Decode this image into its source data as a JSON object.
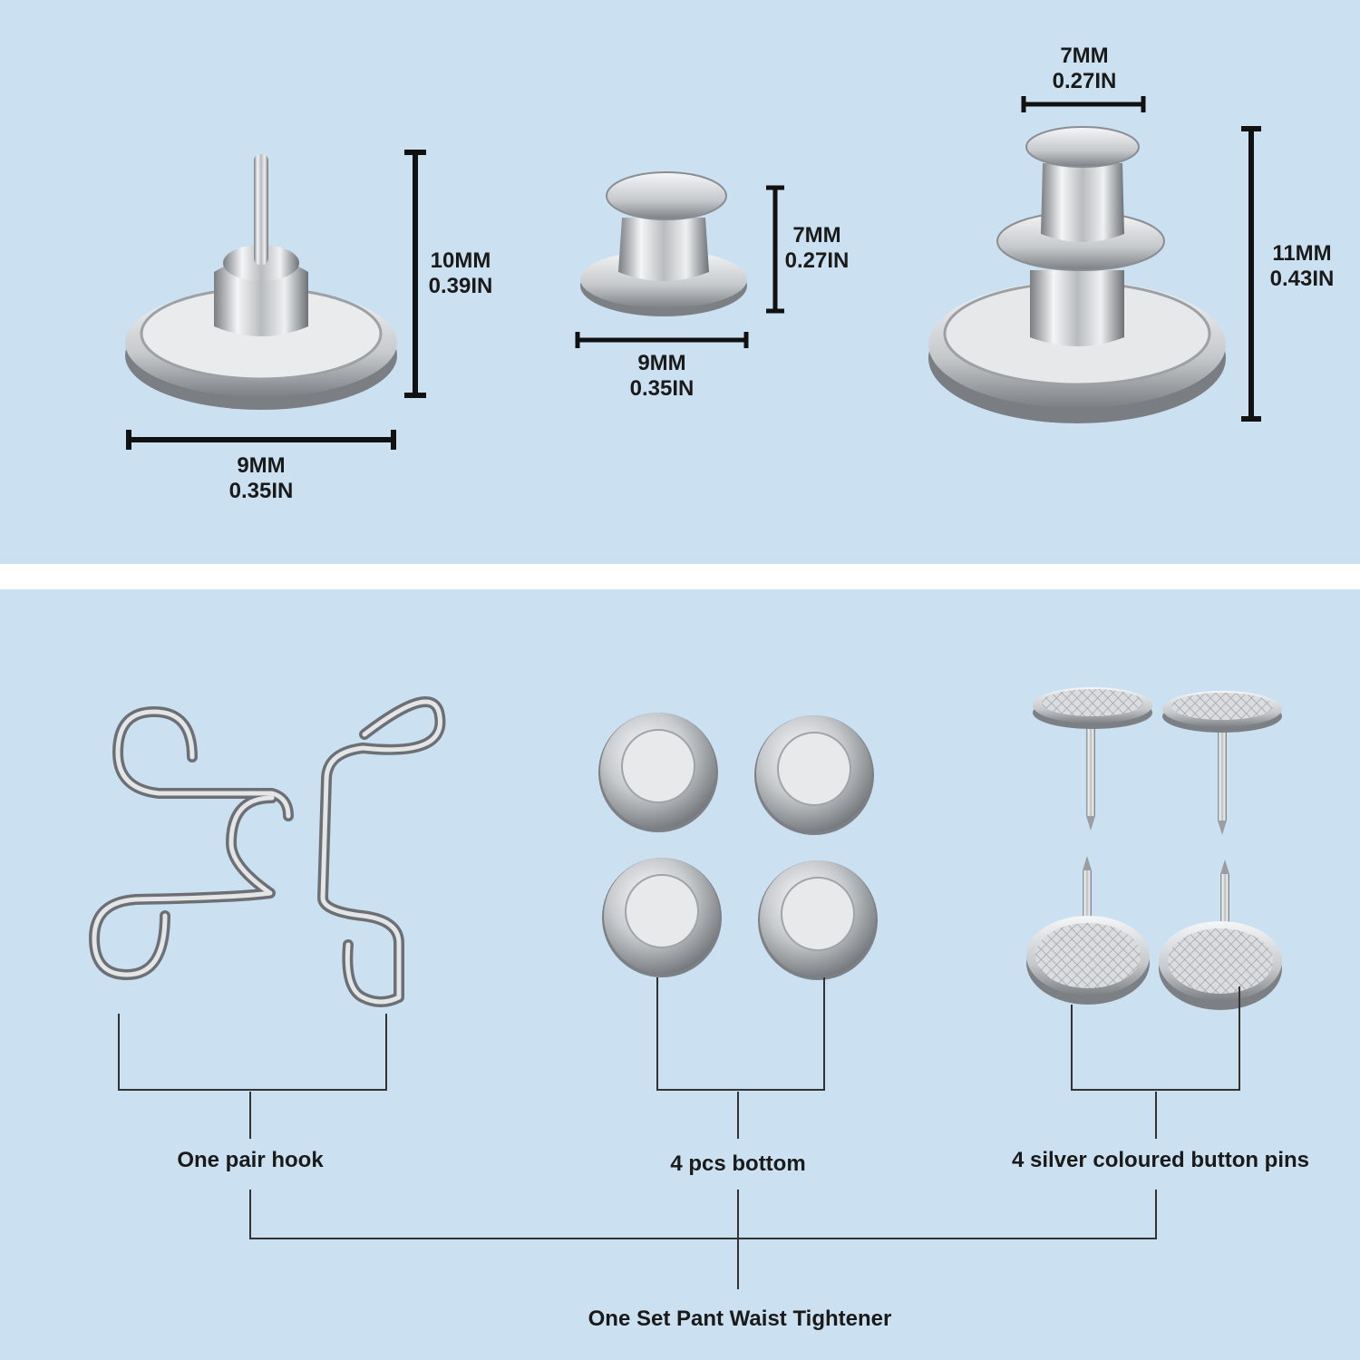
{
  "colors": {
    "panel_background": "#cbe1f2",
    "separator": "#ffffff",
    "dimension_line": "#111111",
    "bracket_line": "#333333",
    "metal_light": "#f4f5f6",
    "metal_mid": "#c4c7ca",
    "metal_dark": "#6e7276"
  },
  "top": {
    "pin_part": {
      "icon": "stud-pin-icon",
      "height_mm": "10MM",
      "height_in": "0.39IN",
      "width_mm": "9MM",
      "width_in": "0.35IN"
    },
    "cap_part": {
      "icon": "button-cap-icon",
      "height_mm": "7MM",
      "height_in": "0.27IN",
      "width_mm": "9MM",
      "width_in": "0.35IN"
    },
    "assembled_part": {
      "icon": "assembled-button-icon",
      "top_width_mm": "7MM",
      "top_width_in": "0.27IN",
      "height_mm": "11MM",
      "height_in": "0.43IN"
    }
  },
  "bottom": {
    "hooks": {
      "icon": "wire-hook-icon",
      "label": "One pair hook"
    },
    "bottoms": {
      "icon": "button-bottom-icon",
      "label": "4 pcs bottom"
    },
    "pins": {
      "icon": "button-pin-icon",
      "label": "4 silver coloured button pins"
    },
    "set_label": "One Set Pant Waist Tightener"
  }
}
